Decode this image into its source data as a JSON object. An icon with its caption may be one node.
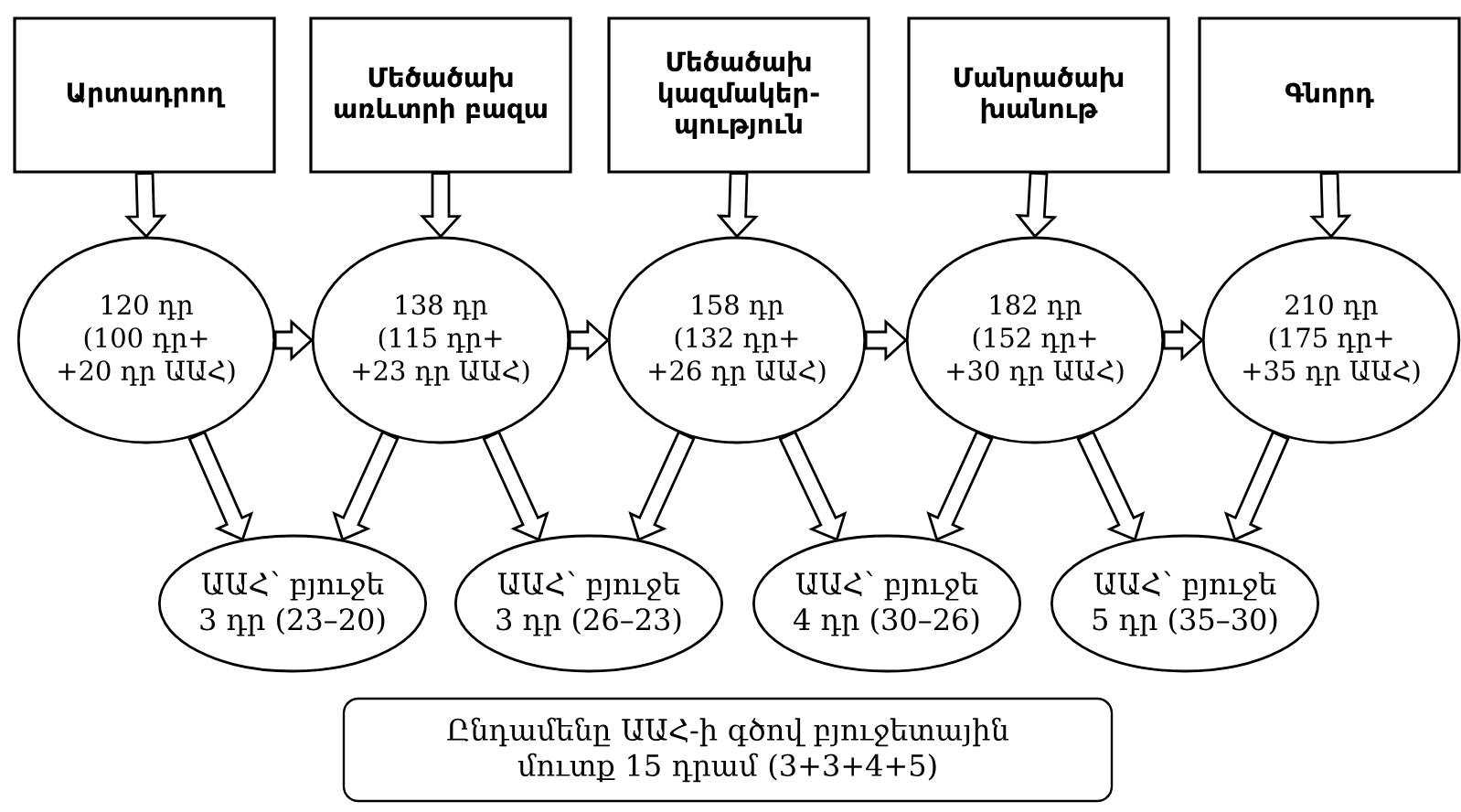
{
  "diagram": {
    "nodes": [
      {
        "text": [
          "Արտադրող"
        ]
      },
      {
        "text": [
          "Մեծածախ առևտրի բազա"
        ]
      },
      {
        "text": [
          "Մեծածախ կազմակեր-պություն"
        ]
      },
      {
        "text": [
          "Մանրածախ խանութ"
        ]
      },
      {
        "text": [
          "Գնորդ"
        ]
      },
      {
        "text": [
          "120 դր",
          "(100 դր+",
          "+20 դր ԱԱՀ)"
        ]
      },
      {
        "text": [
          "138 դր",
          "(115 դր+",
          "+23 դր ԱԱՀ)"
        ]
      },
      {
        "text": [
          "158 դր",
          "(132 դր+",
          "+26 դր ԱԱՀ)"
        ]
      },
      {
        "text": [
          "182 դր",
          "(152 դր+",
          "+30 դր ԱԱՀ)"
        ]
      },
      {
        "text": [
          "210 դր",
          "(175 դր+",
          "+35 դր ԱԱՀ)"
        ]
      },
      {
        "text": [
          "ԱԱՀ՝ բյուջե",
          "3 դր (23–20)"
        ]
      },
      {
        "text": [
          "ԱԱՀ՝ բյուջե",
          "3 դր (26–23)"
        ]
      },
      {
        "text": [
          "ԱԱՀ՝ բյուջե",
          "4 դր (30–26)"
        ]
      },
      {
        "text": [
          "ԱԱՀ՝ բյուջե",
          "5 դր (35–30)"
        ]
      },
      {
        "text": [
          "Ընդամենը ԱԱՀ-ի գծով բյուջետային մուտք 15 դրամ (3+3+4+5)"
        ]
      }
    ],
    "edges": [
      {
        "from": 0,
        "to": 5,
        "arrow": "to"
      },
      {
        "from": 1,
        "to": 6,
        "arrow": "to"
      },
      {
        "from": 2,
        "to": 7,
        "arrow": "to"
      },
      {
        "from": 3,
        "to": 8,
        "arrow": "to"
      },
      {
        "from": 4,
        "to": 9,
        "arrow": "to"
      },
      {
        "from": 5,
        "to": 6,
        "arrow": "to"
      },
      {
        "from": 6,
        "to": 7,
        "arrow": "to"
      },
      {
        "from": 7,
        "to": 8,
        "arrow": "to"
      },
      {
        "from": 8,
        "to": 9,
        "arrow": "to"
      },
      {
        "from": 5,
        "to": 10,
        "arrow": "to"
      },
      {
        "from": 6,
        "to": 10,
        "arrow": "to"
      },
      {
        "from": 6,
        "to": 11,
        "arrow": "to"
      },
      {
        "from": 7,
        "to": 11,
        "arrow": "to"
      },
      {
        "from": 7,
        "to": 12,
        "arrow": "to"
      },
      {
        "from": 8,
        "to": 12,
        "arrow": "to"
      },
      {
        "from": 8,
        "to": 13,
        "arrow": "to"
      },
      {
        "from": 9,
        "to": 13,
        "arrow": "to"
      }
    ]
  }
}
